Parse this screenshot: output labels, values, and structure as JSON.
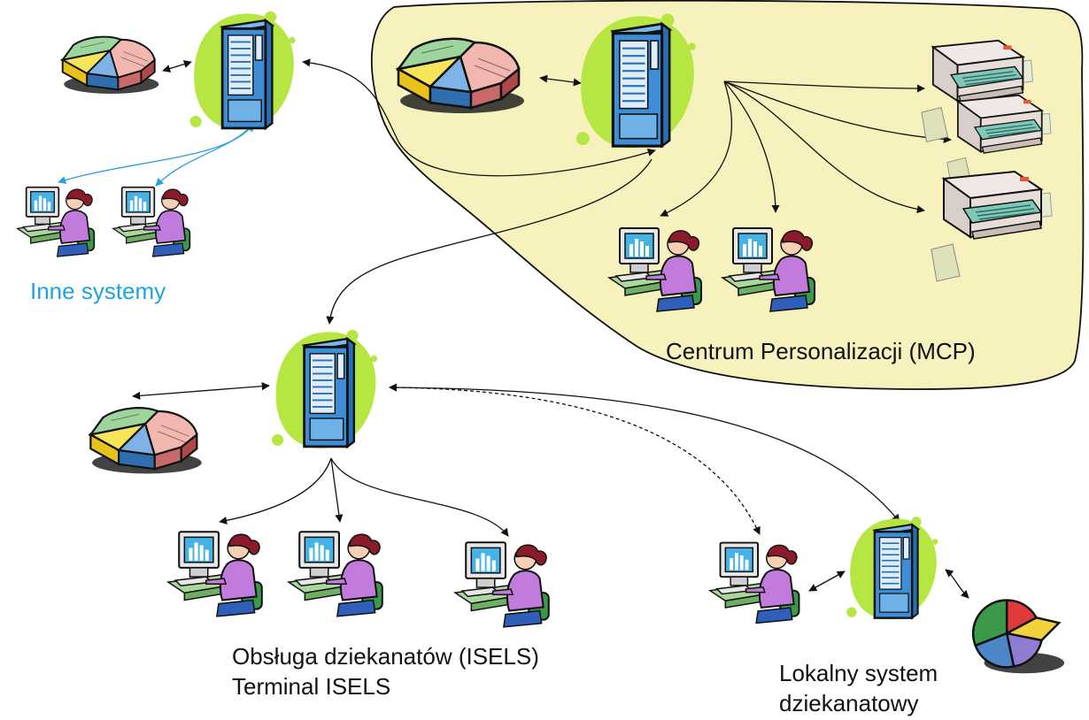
{
  "labels": {
    "inne_systemy": "Inne systemy",
    "centrum": "Centrum Personalizacji (MCP)",
    "isels_line1": "Obsługa dziekanatów (ISELS)",
    "isels_line2": "Terminal ISELS",
    "lokalny_line1": "Lokalny system",
    "lokalny_line2": "dziekanatowy"
  },
  "icons": {
    "server": "server-tower-icon",
    "database": "pie-database-icon",
    "workstation": "user-at-computer-icon",
    "printer": "card-printer-icon"
  },
  "colors": {
    "zone_fill": "#f7f2bd",
    "server_blob": "#b5e641",
    "server_body": "#3d8ed6",
    "inne_label": "#1fa3df",
    "blue_link": "#2a9fd6",
    "pc_screen": "#46b3e6",
    "person_shirt": "#c07bdc",
    "person_hair": "#8a1c2a",
    "desk_green": "#7bc27b"
  }
}
